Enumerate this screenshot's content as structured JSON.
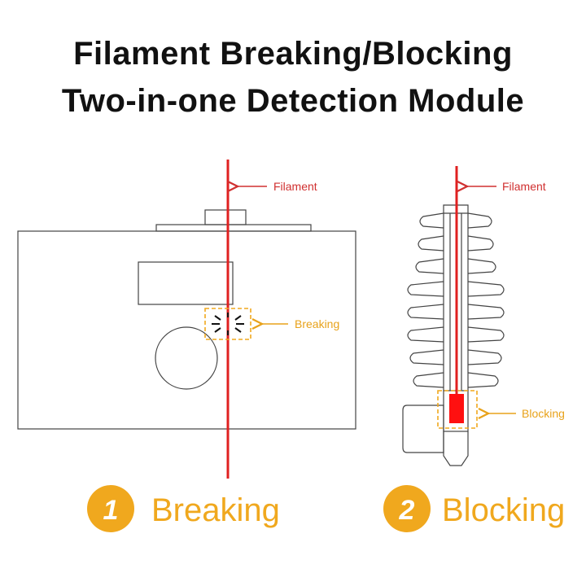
{
  "title": {
    "line1": "Filament Breaking/Blocking",
    "line2": "Two-in-one Detection Module"
  },
  "left_panel": {
    "filament_label": "Filament",
    "event_label": "Breaking"
  },
  "right_panel": {
    "filament_label": "Filament",
    "event_label": "Blocking"
  },
  "badges": [
    {
      "number": "1",
      "label": "Breaking"
    },
    {
      "number": "2",
      "label": "Blocking"
    }
  ],
  "colors": {
    "filament_red": "#e02020",
    "label_red": "#d03030",
    "accent_orange": "#f0a81e",
    "outline": "#444444"
  }
}
